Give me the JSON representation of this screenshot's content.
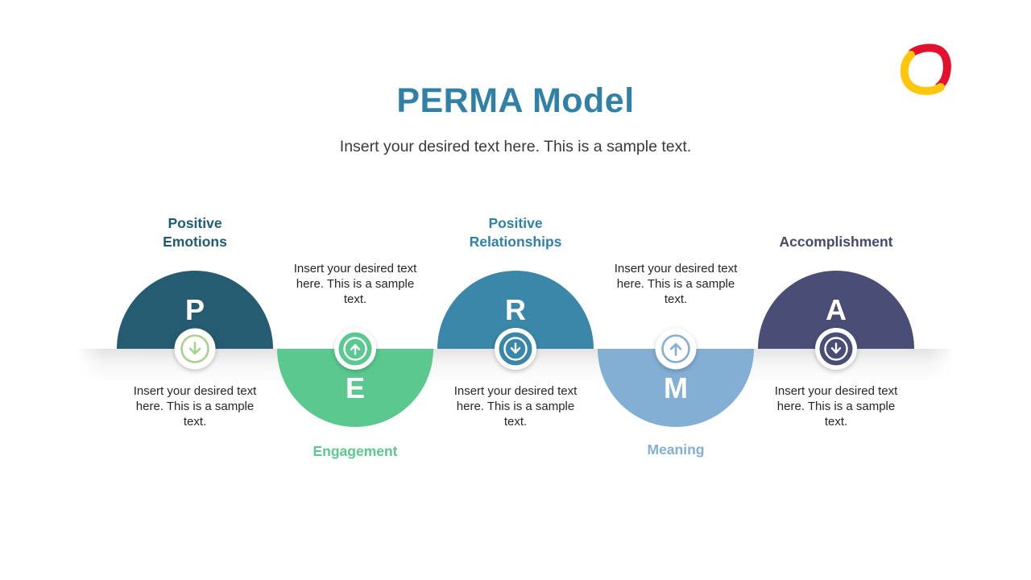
{
  "slide": {
    "title": "PERMA Model",
    "subtitle": "Insert your desired text here. This is a sample text.",
    "title_color": "#3180A6",
    "background_color": "#FFFFFF"
  },
  "logo": {
    "name": "slidemodel-logo",
    "red": "#E4112E",
    "yellow": "#FFC60B"
  },
  "items": [
    {
      "id": "positive-emotions",
      "letter": "P",
      "label": "Positive\nEmotions",
      "body": "Insert your desired text here. This is a sample text.",
      "color": "#255C71",
      "label_color": "#1F5B72",
      "icon_accent": "#A9D18E",
      "icon": "circle-arrow-down",
      "half": "top"
    },
    {
      "id": "engagement",
      "letter": "E",
      "label": "Engagement",
      "body": "Insert your desired text here. This is a sample text.",
      "color": "#5BC98F",
      "label_color": "#5BC98F",
      "icon_accent": "#FFFFFF",
      "icon": "circle-arrow-up",
      "half": "bottom"
    },
    {
      "id": "positive-relationships",
      "letter": "R",
      "label": "Positive\nRelationships",
      "body": "Insert your desired text here. This is a sample text.",
      "color": "#3A87A9",
      "label_color": "#2E81A8",
      "icon_accent": "#FFFFFF",
      "icon": "circle-arrow-down",
      "half": "top"
    },
    {
      "id": "meaning",
      "letter": "M",
      "label": "Meaning",
      "body": "Insert your desired text here. This is a sample text.",
      "color": "#83AFD4",
      "label_color": "#83AFD4",
      "icon_accent": "#83AFD4",
      "icon": "circle-arrow-up",
      "half": "bottom"
    },
    {
      "id": "accomplishment",
      "letter": "A",
      "label": "Accomplishment",
      "body": "Insert your desired text here. This is a sample text.",
      "color": "#4A4E76",
      "label_color": "#45496F",
      "icon_accent": "#FFFFFF",
      "icon": "circle-arrow-down",
      "half": "top"
    }
  ]
}
